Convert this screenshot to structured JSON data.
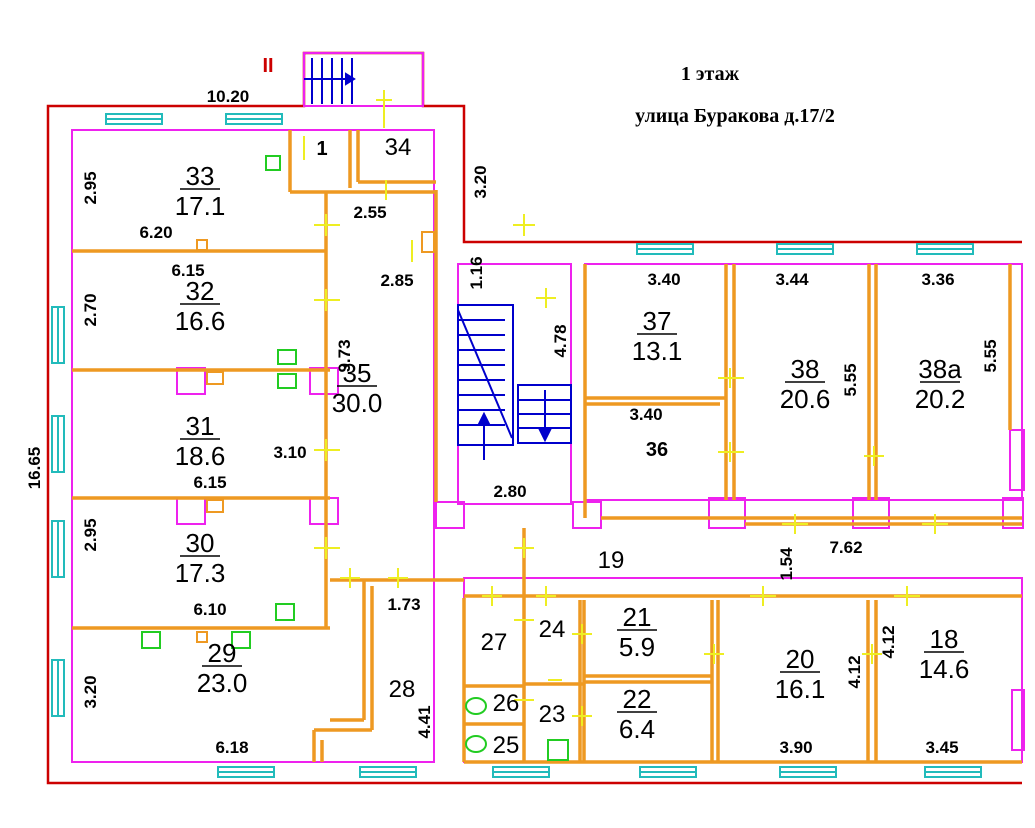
{
  "header": {
    "floor": "1 этаж",
    "address": "улица Буракова д.17/2"
  },
  "marks": {
    "roman_two": "II"
  },
  "rooms": [
    {
      "num": "33",
      "area": "17.1"
    },
    {
      "num": "32",
      "area": "16.6"
    },
    {
      "num": "31",
      "area": "18.6"
    },
    {
      "num": "30",
      "area": "17.3"
    },
    {
      "num": "29",
      "area": "23.0"
    },
    {
      "num": "35",
      "area": "30.0"
    },
    {
      "num": "37",
      "area": "13.1"
    },
    {
      "num": "38",
      "area": "20.6"
    },
    {
      "num": "38а",
      "area": "20.2"
    },
    {
      "num": "21",
      "area": "5.9"
    },
    {
      "num": "22",
      "area": "6.4"
    },
    {
      "num": "20",
      "area": "16.1"
    },
    {
      "num": "18",
      "area": "14.6"
    }
  ],
  "room_numbers": [
    "1",
    "34",
    "36",
    "19",
    "28",
    "27",
    "24",
    "26",
    "23",
    "25"
  ],
  "dimensions": [
    "10.20",
    "16.65",
    "2.95",
    "6.20",
    "6.15",
    "2.70",
    "9.73",
    "2.85",
    "3.10",
    "6.15",
    "2.95",
    "6.10",
    "3.20",
    "6.18",
    "1.73",
    "4.41",
    "2.55",
    "3.20",
    "1.16",
    "4.78",
    "2.80",
    "3.40",
    "3.44",
    "3.36",
    "5.55",
    "5.55",
    "3.40",
    "1.54",
    "7.62",
    "4.12",
    "4.12",
    "3.90",
    "3.45"
  ],
  "colors": {
    "outer_wall": "#cc0000",
    "partition": "#ee9922",
    "inner_outline": "#ee22ee",
    "window": "#22bbbb",
    "stair": "#0000cc",
    "door_mark": "#eeee22",
    "fixture": "#22cc22"
  }
}
